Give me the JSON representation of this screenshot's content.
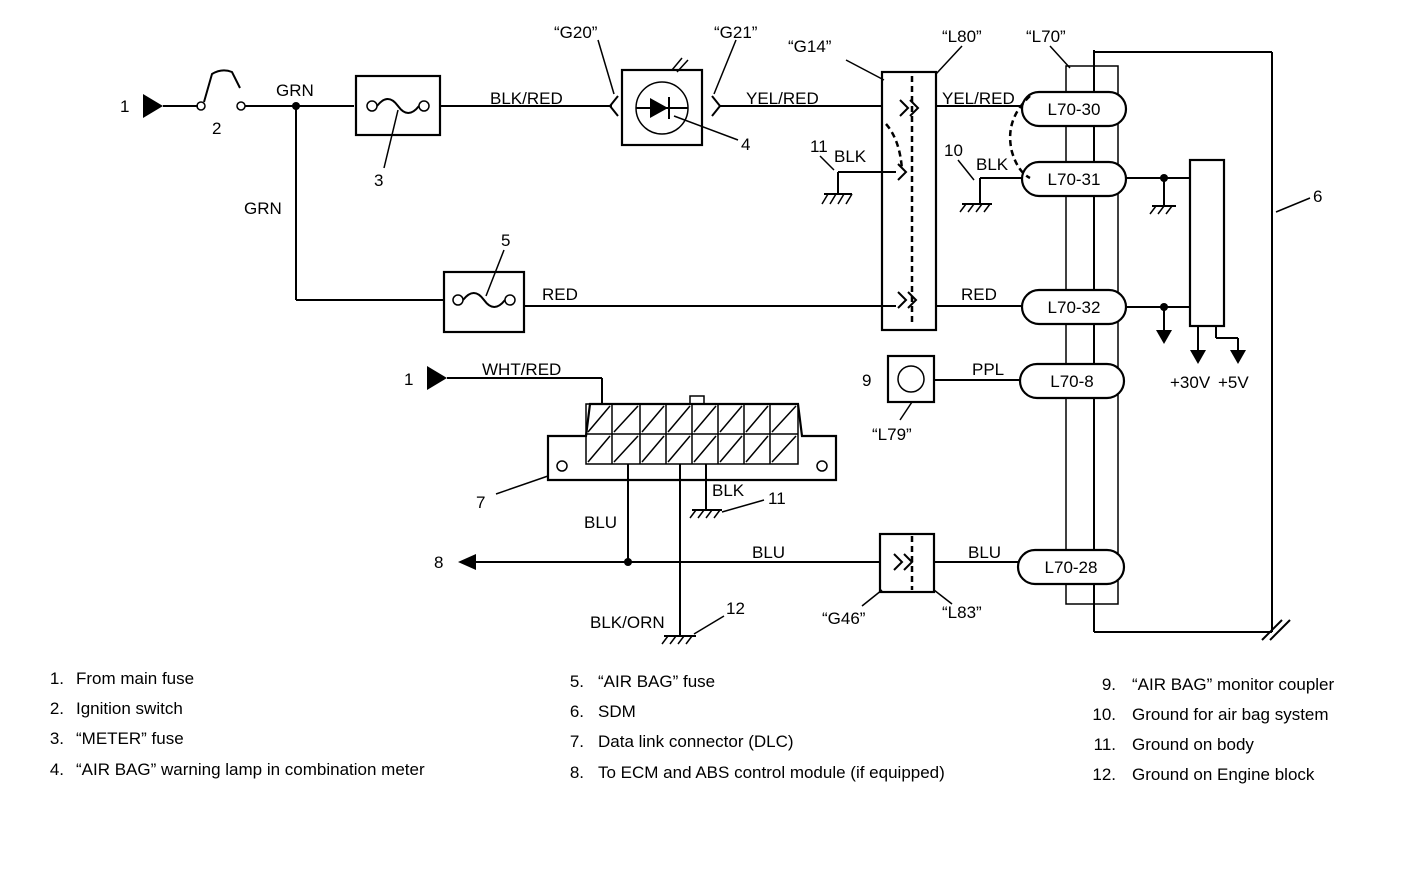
{
  "connectors": {
    "g20": "“G20”",
    "g21": "“G21”",
    "g14": "“G14”",
    "l80": "“L80”",
    "l70": "“L70”",
    "l79": "“L79”",
    "g46": "“G46”",
    "l83": "“L83”"
  },
  "wires": {
    "grn_top": "GRN",
    "grn_left": "GRN",
    "blk_red": "BLK/RED",
    "yel_red_1": "YEL/RED",
    "yel_red_2": "YEL/RED",
    "blk_11": "BLK",
    "blk_10": "BLK",
    "red_1": "RED",
    "red_2": "RED",
    "wht_red": "WHT/RED",
    "ppl": "PPL",
    "blk_dlc": "BLK",
    "blu_1": "BLU",
    "blu_2": "BLU",
    "blu_3": "BLU",
    "blk_orn": "BLK/ORN"
  },
  "terminals": {
    "t30": "L70-30",
    "t31": "L70-31",
    "t32": "L70-32",
    "t8": "L70-8",
    "t28": "L70-28"
  },
  "voltages": {
    "v30": "+30V",
    "v5": "+5V"
  },
  "callouts": {
    "c1a": "1",
    "c1b": "1",
    "c2": "2",
    "c3": "3",
    "c4": "4",
    "c5": "5",
    "c6": "6",
    "c7": "7",
    "c8": "8",
    "c9": "9",
    "c10": "10",
    "c11a": "11",
    "c11b": "11",
    "c12": "12"
  },
  "legend": {
    "col1": [
      {
        "num": "1.",
        "text": "From main fuse"
      },
      {
        "num": "2.",
        "text": "Ignition switch"
      },
      {
        "num": "3.",
        "text": "“METER” fuse"
      },
      {
        "num": "4.",
        "text": "“AIR BAG” warning lamp in combination meter"
      }
    ],
    "col2": [
      {
        "num": "5.",
        "text": "“AIR BAG” fuse"
      },
      {
        "num": "6.",
        "text": "SDM"
      },
      {
        "num": "7.",
        "text": "Data link connector (DLC)"
      },
      {
        "num": "8.",
        "text": "To ECM and ABS control module (if equipped)"
      }
    ],
    "col3": [
      {
        "num": "9.",
        "text": "“AIR BAG” monitor coupler"
      },
      {
        "num": "10.",
        "text": "Ground for air bag system"
      },
      {
        "num": "11.",
        "text": "Ground on body"
      },
      {
        "num": "12.",
        "text": "Ground on Engine block"
      }
    ]
  }
}
